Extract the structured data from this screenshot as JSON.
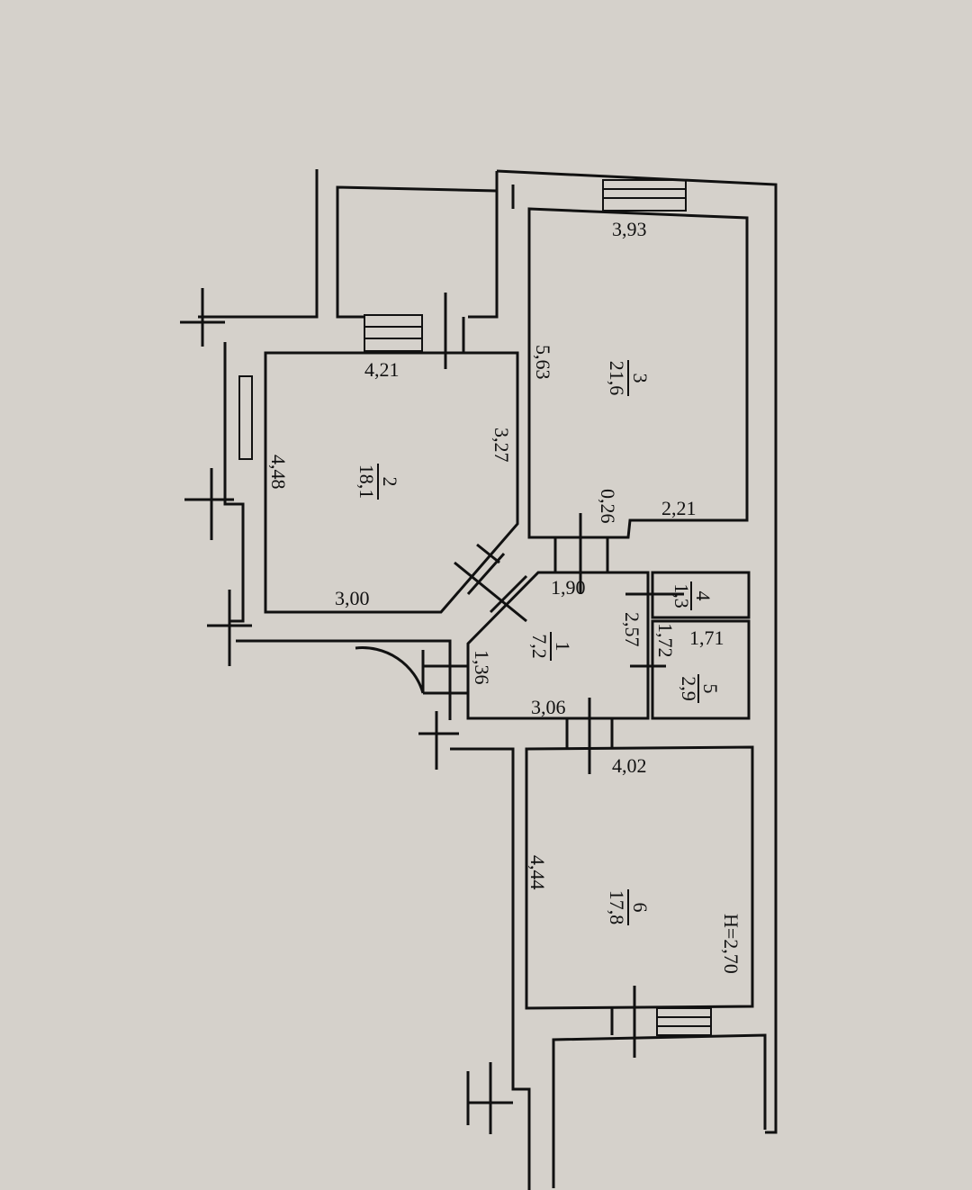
{
  "rooms": [
    {
      "number": "1",
      "area": "7,2"
    },
    {
      "number": "2",
      "area": "18,1"
    },
    {
      "number": "3",
      "area": "21,6"
    },
    {
      "number": "4",
      "area": "1,3"
    },
    {
      "number": "5",
      "area": "2,9"
    },
    {
      "number": "6",
      "area": "17,8"
    }
  ],
  "dimensions": {
    "d393": "3,93",
    "d563": "5,63",
    "d221": "2,21",
    "d026": "0,26",
    "d421": "4,21",
    "d448": "4,48",
    "d327": "3,27",
    "d300": "3,00",
    "d190": "1,90",
    "d257": "2,57",
    "d171": "1,71",
    "d172": "1,72",
    "d136": "1,36",
    "d306": "3,06",
    "d402": "4,02",
    "d444": "4,44"
  },
  "ceiling_height": "H=2,70"
}
